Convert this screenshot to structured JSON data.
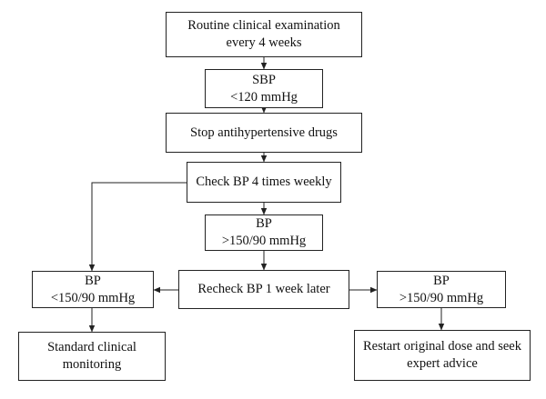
{
  "flowchart": {
    "nodes": {
      "routine": {
        "line1": "Routine clinical examination",
        "line2": "every 4 weeks"
      },
      "sbp": {
        "line1": "SBP",
        "line2": "<120 mmHg"
      },
      "stop": {
        "line1": "Stop antihypertensive drugs"
      },
      "check": {
        "line1": "Check BP 4 times weekly"
      },
      "bp_high_1": {
        "line1": "BP",
        "line2": ">150/90 mmHg"
      },
      "recheck": {
        "line1": "Recheck BP 1 week later"
      },
      "bp_low": {
        "line1": "BP",
        "line2": "<150/90 mmHg"
      },
      "bp_high_2": {
        "line1": "BP",
        "line2": ">150/90 mmHg"
      },
      "standard": {
        "line1": "Standard clinical",
        "line2": "monitoring"
      },
      "restart": {
        "line1": "Restart original dose and seek",
        "line2": "expert advice"
      }
    },
    "line_color": "#222222"
  }
}
